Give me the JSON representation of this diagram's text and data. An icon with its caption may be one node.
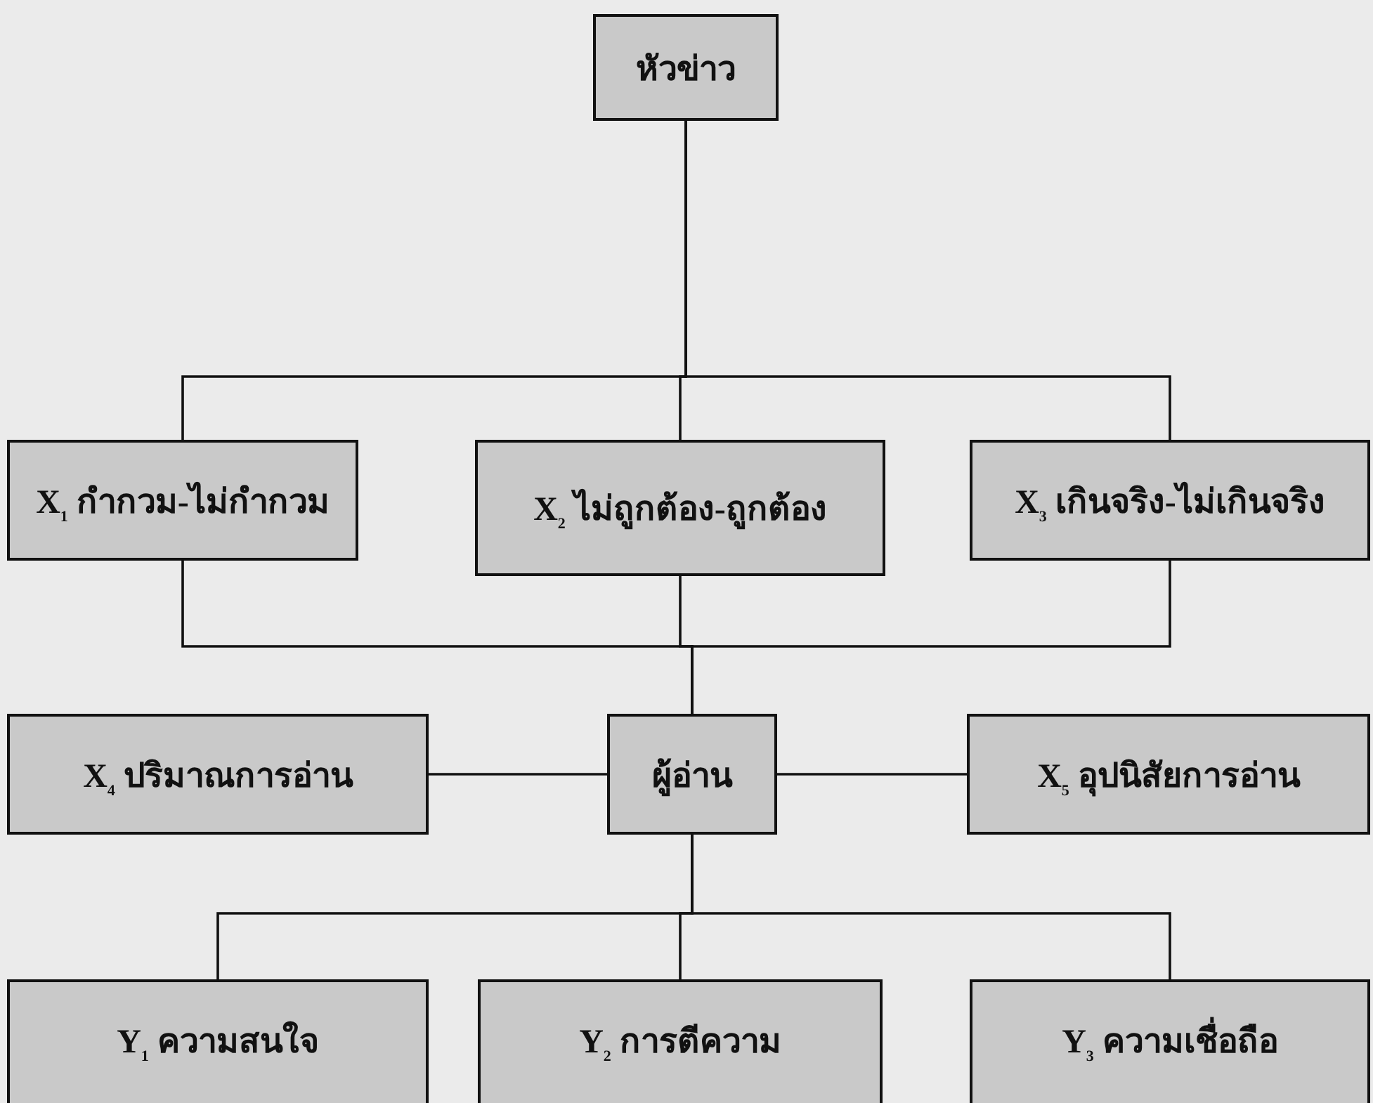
{
  "diagram": {
    "nodes": [
      {
        "text": [
          "หัวข่าว"
        ]
      },
      {
        "text": [
          "X$_{1}$ กำกวม-ไม่กำกวม"
        ]
      },
      {
        "text": [
          "X$_{2}$ ไม่ถูกต้อง-ถูกต้อง"
        ]
      },
      {
        "text": [
          "X$_{3}$ เกินจริง-ไม่เกินจริง"
        ]
      },
      {
        "text": [
          "X$_{4}$ ปริมาณการอ่าน"
        ]
      },
      {
        "text": [
          "ผู้อ่าน"
        ]
      },
      {
        "text": [
          "X$_{5}$ อุปนิสัยการอ่าน"
        ]
      },
      {
        "text": [
          "Y$_{1}$ ความสนใจ"
        ]
      },
      {
        "text": [
          "Y$_{2}$ การตีความ"
        ]
      },
      {
        "text": [
          "Y$_{3}$ ความเชื่อถือ"
        ]
      }
    ],
    "edges": [
      {
        "from": 0,
        "to": 1,
        "arrow": "none"
      },
      {
        "from": 0,
        "to": 2,
        "arrow": "none"
      },
      {
        "from": 0,
        "to": 3,
        "arrow": "none"
      },
      {
        "from": 1,
        "to": 5,
        "arrow": "none"
      },
      {
        "from": 2,
        "to": 5,
        "arrow": "none"
      },
      {
        "from": 3,
        "to": 5,
        "arrow": "none"
      },
      {
        "from": 4,
        "to": 5,
        "arrow": "none"
      },
      {
        "from": 5,
        "to": 6,
        "arrow": "none"
      },
      {
        "from": 5,
        "to": 7,
        "arrow": "none"
      },
      {
        "from": 5,
        "to": 8,
        "arrow": "none"
      },
      {
        "from": 5,
        "to": 9,
        "arrow": "none"
      }
    ]
  }
}
